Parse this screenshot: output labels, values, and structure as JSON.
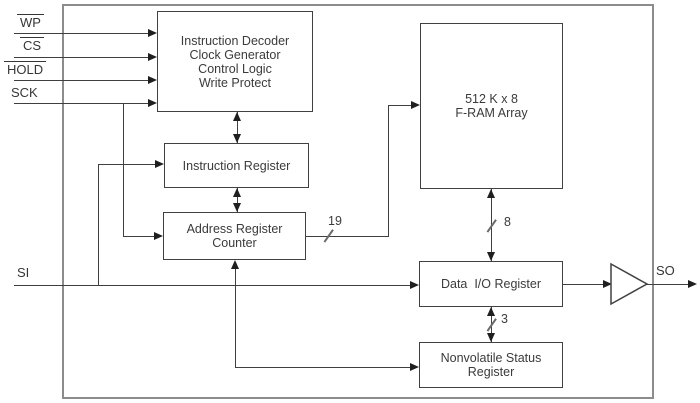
{
  "signals": {
    "wp": {
      "label": "WP",
      "overline": true
    },
    "cs": {
      "label": "CS",
      "overline": true
    },
    "hold": {
      "label": "HOLD",
      "overline": true
    },
    "sck": {
      "label": "SCK",
      "overline": false
    },
    "si": {
      "label": "SI",
      "overline": false
    },
    "so": {
      "label": "SO",
      "overline": false
    }
  },
  "blocks": {
    "decoder": {
      "lines": [
        "Instruction Decoder",
        "Clock Generator",
        "Control Logic",
        "Write Protect"
      ]
    },
    "instruction_register": {
      "lines": [
        "Instruction Register"
      ]
    },
    "address_register_counter": {
      "lines": [
        "Address Register",
        "Counter"
      ]
    },
    "fram_array": {
      "lines": [
        "512 K x 8",
        "F-RAM Array"
      ]
    },
    "data_io_register": {
      "lines": [
        "Data  I/O Register"
      ]
    },
    "nonvolatile_status_register": {
      "lines": [
        "Nonvolatile Status",
        "Register"
      ]
    }
  },
  "bus_widths": {
    "address_bus": "19",
    "data_bus": "8",
    "status_bus": "3"
  },
  "colors": {
    "outer_border": "#8c8c8c",
    "block_border": "#414141",
    "wire": "#3f3f3f",
    "text": "#3b3b3b",
    "background": "#ffffff"
  }
}
